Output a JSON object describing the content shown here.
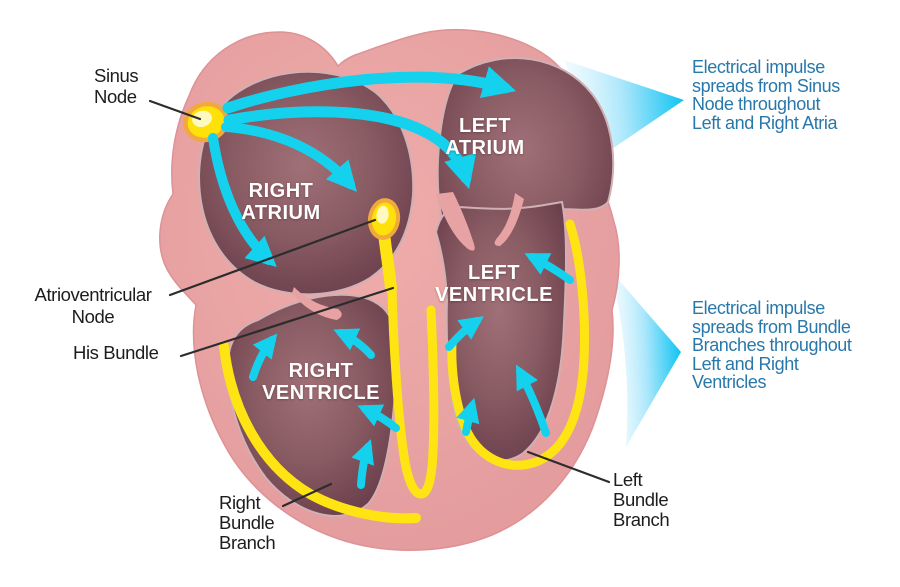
{
  "diagram": {
    "anatomy_labels": {
      "sinus_node": "Sinus\nNode",
      "atrioventricular_node": "Atrioventricular\nNode",
      "his_bundle": "His Bundle",
      "right_bundle_branch": "Right\nBundle\nBranch",
      "left_bundle_branch": "Left\nBundle\nBranch"
    },
    "chamber_labels": {
      "right_atrium": "RIGHT\nATRIUM",
      "left_atrium": "LEFT\nATRIUM",
      "right_ventricle": "RIGHT\nVENTRICLE",
      "left_ventricle": "LEFT\nVENTRICLE"
    },
    "annotations": {
      "atria_impulse": "Electrical impulse\nspreads from Sinus\nNode throughout\nLeft and Right Atria",
      "ventricle_impulse": "Electrical impulse\nspreads from Bundle\nBranches throughout\nLeft and Right\nVentricles"
    },
    "colors": {
      "wall_pink": "#e7a0a1",
      "chamber_dark": "#653a48",
      "chamber_light": "#a07077",
      "conduction_yellow": "#ffe414",
      "impulse_cyan": "#14d2ee",
      "annotation_blue": "#2878ab",
      "label_black": "#1d1d1d"
    }
  }
}
